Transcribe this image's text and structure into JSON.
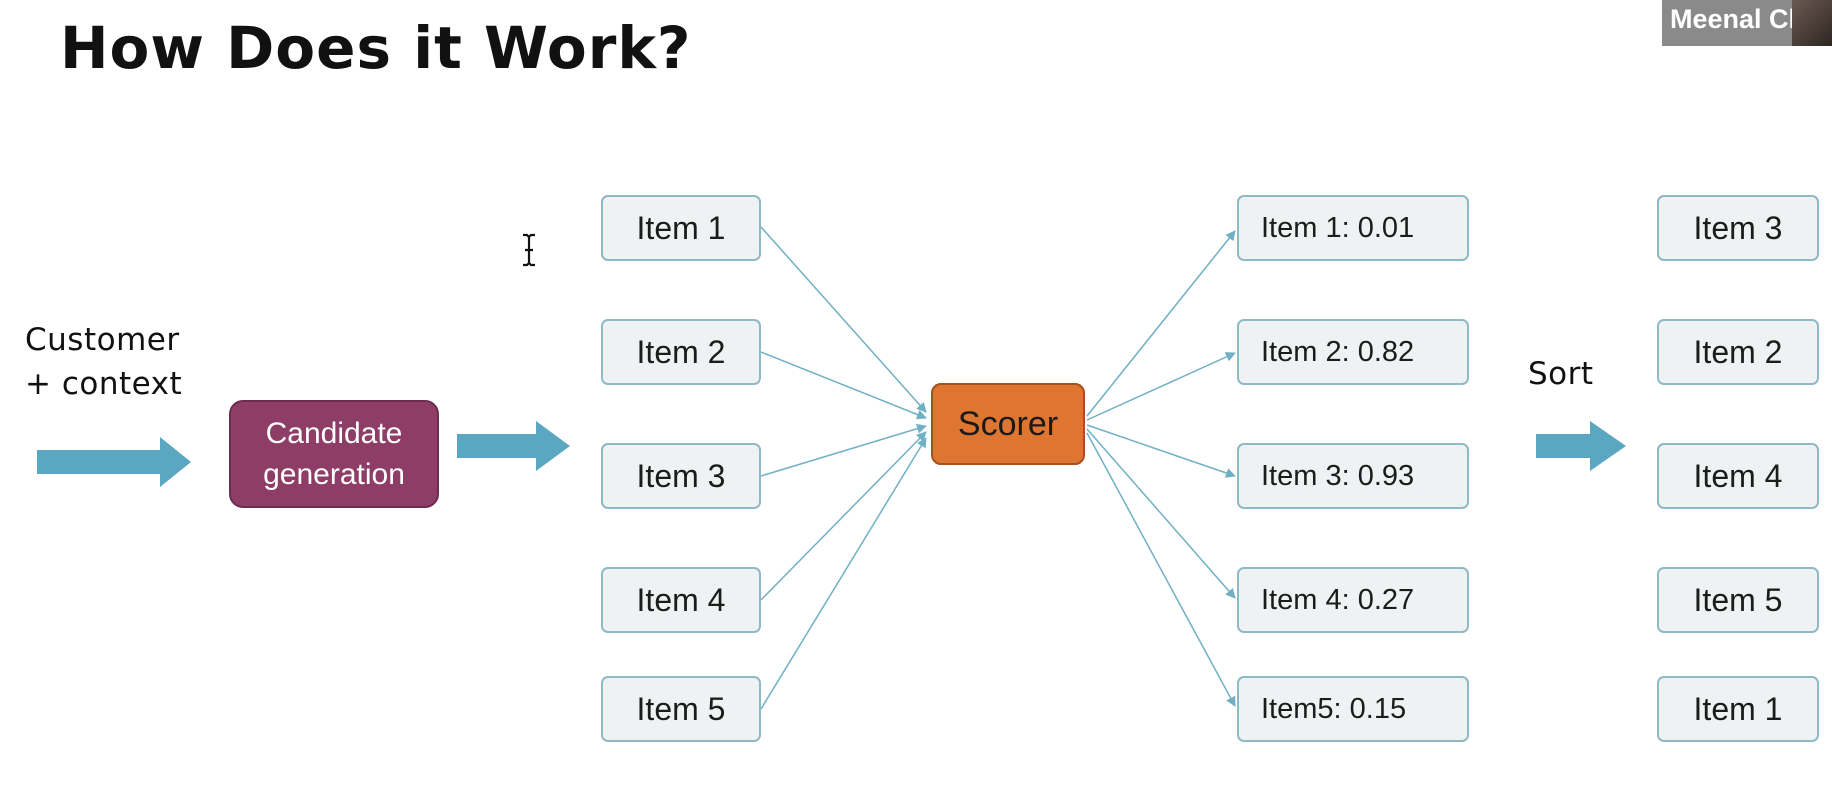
{
  "slide": {
    "title": "How Does it Work?",
    "input_label_line1": "Customer",
    "input_label_line2": "+ context",
    "candidate_line1": "Candidate",
    "candidate_line2": "generation",
    "scorer": "Scorer",
    "sort_label": "Sort",
    "candidates": [
      "Item 1",
      "Item 2",
      "Item 3",
      "Item 4",
      "Item 5"
    ],
    "scored": [
      "Item 1: 0.01",
      "Item 2: 0.82",
      "Item 3: 0.93",
      "Item 4: 0.27",
      "Item5: 0.15"
    ],
    "sorted": [
      "Item 3",
      "Item 2",
      "Item 4",
      "Item 5",
      "Item 1"
    ]
  },
  "participant": {
    "name": "Meenal Chha"
  },
  "colors": {
    "arrow": "#5ba7c2",
    "connector": "#6fb0c4",
    "candidate_box": "#8e3d67",
    "scorer_box": "#de7631",
    "item_box": "#eef2f3"
  }
}
